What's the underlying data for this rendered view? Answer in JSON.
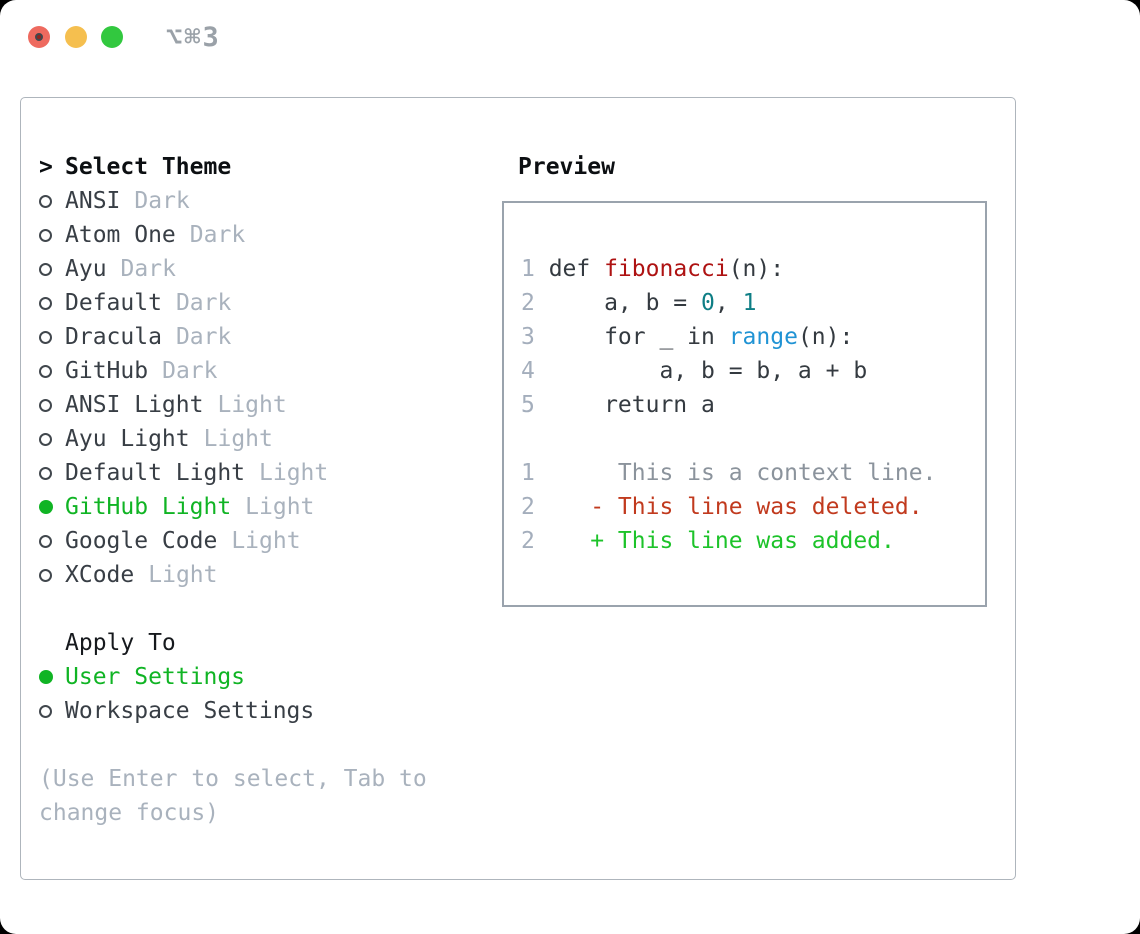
{
  "window": {
    "title": "⌥⌘3"
  },
  "theme_list": {
    "cursor": ">",
    "header": "Select Theme",
    "items": [
      {
        "name": "ANSI",
        "tag": "Dark",
        "selected": false
      },
      {
        "name": "Atom One",
        "tag": "Dark",
        "selected": false
      },
      {
        "name": "Ayu",
        "tag": "Dark",
        "selected": false
      },
      {
        "name": "Default",
        "tag": "Dark",
        "selected": false
      },
      {
        "name": "Dracula",
        "tag": "Dark",
        "selected": false
      },
      {
        "name": "GitHub",
        "tag": "Dark",
        "selected": false
      },
      {
        "name": "ANSI Light",
        "tag": "Light",
        "selected": false
      },
      {
        "name": "Ayu Light",
        "tag": "Light",
        "selected": false
      },
      {
        "name": "Default Light",
        "tag": "Light",
        "selected": false
      },
      {
        "name": "GitHub Light",
        "tag": "Light",
        "selected": true
      },
      {
        "name": "Google Code",
        "tag": "Light",
        "selected": false
      },
      {
        "name": "XCode",
        "tag": "Light",
        "selected": false
      }
    ]
  },
  "apply_to": {
    "header": "Apply To",
    "options": [
      {
        "name": "User Settings",
        "selected": true
      },
      {
        "name": "Workspace Settings",
        "selected": false
      }
    ]
  },
  "hint": "(Use Enter to select, Tab to change focus)",
  "preview": {
    "title": "Preview",
    "lines": [
      {
        "n": "1",
        "tokens": [
          [
            "def ",
            "code"
          ],
          [
            "fibonacci",
            "func"
          ],
          [
            "(n):",
            "code"
          ]
        ]
      },
      {
        "n": "2",
        "tokens": [
          [
            "    a, b = ",
            "code"
          ],
          [
            "0",
            "num"
          ],
          [
            ", ",
            "code"
          ],
          [
            "1",
            "num"
          ]
        ]
      },
      {
        "n": "3",
        "tokens": [
          [
            "    for _ in ",
            "code"
          ],
          [
            "range",
            "builtin"
          ],
          [
            "(n):",
            "code"
          ]
        ]
      },
      {
        "n": "4",
        "tokens": [
          [
            "        a, b = b, a + b",
            "code"
          ]
        ]
      },
      {
        "n": "5",
        "tokens": [
          [
            "    return a",
            "code"
          ]
        ]
      },
      {
        "n": "",
        "tokens": []
      },
      {
        "n": "1",
        "tokens": [
          [
            "     This is a context line.",
            "ctx"
          ]
        ]
      },
      {
        "n": "2",
        "tokens": [
          [
            "   - This line was deleted.",
            "del"
          ]
        ]
      },
      {
        "n": "2",
        "tokens": [
          [
            "   + This line was added.",
            "add"
          ]
        ]
      }
    ]
  },
  "colors": {
    "accent_green": "#10b424",
    "added_green": "#1dc32a",
    "deleted_red": "#c13a1e",
    "context_gray": "#8b939c",
    "function_red": "#ae1212",
    "number_teal": "#0e7e85",
    "builtin_blue": "#2093d4",
    "muted_gray": "#a9b2bd",
    "code_text": "#343a40",
    "line_number_gray": "#a4aebc",
    "border_gray": "#9aa3ad",
    "traffic_red": "#ee6a5f",
    "traffic_yellow": "#f5bf4f",
    "traffic_green": "#32c83f"
  }
}
